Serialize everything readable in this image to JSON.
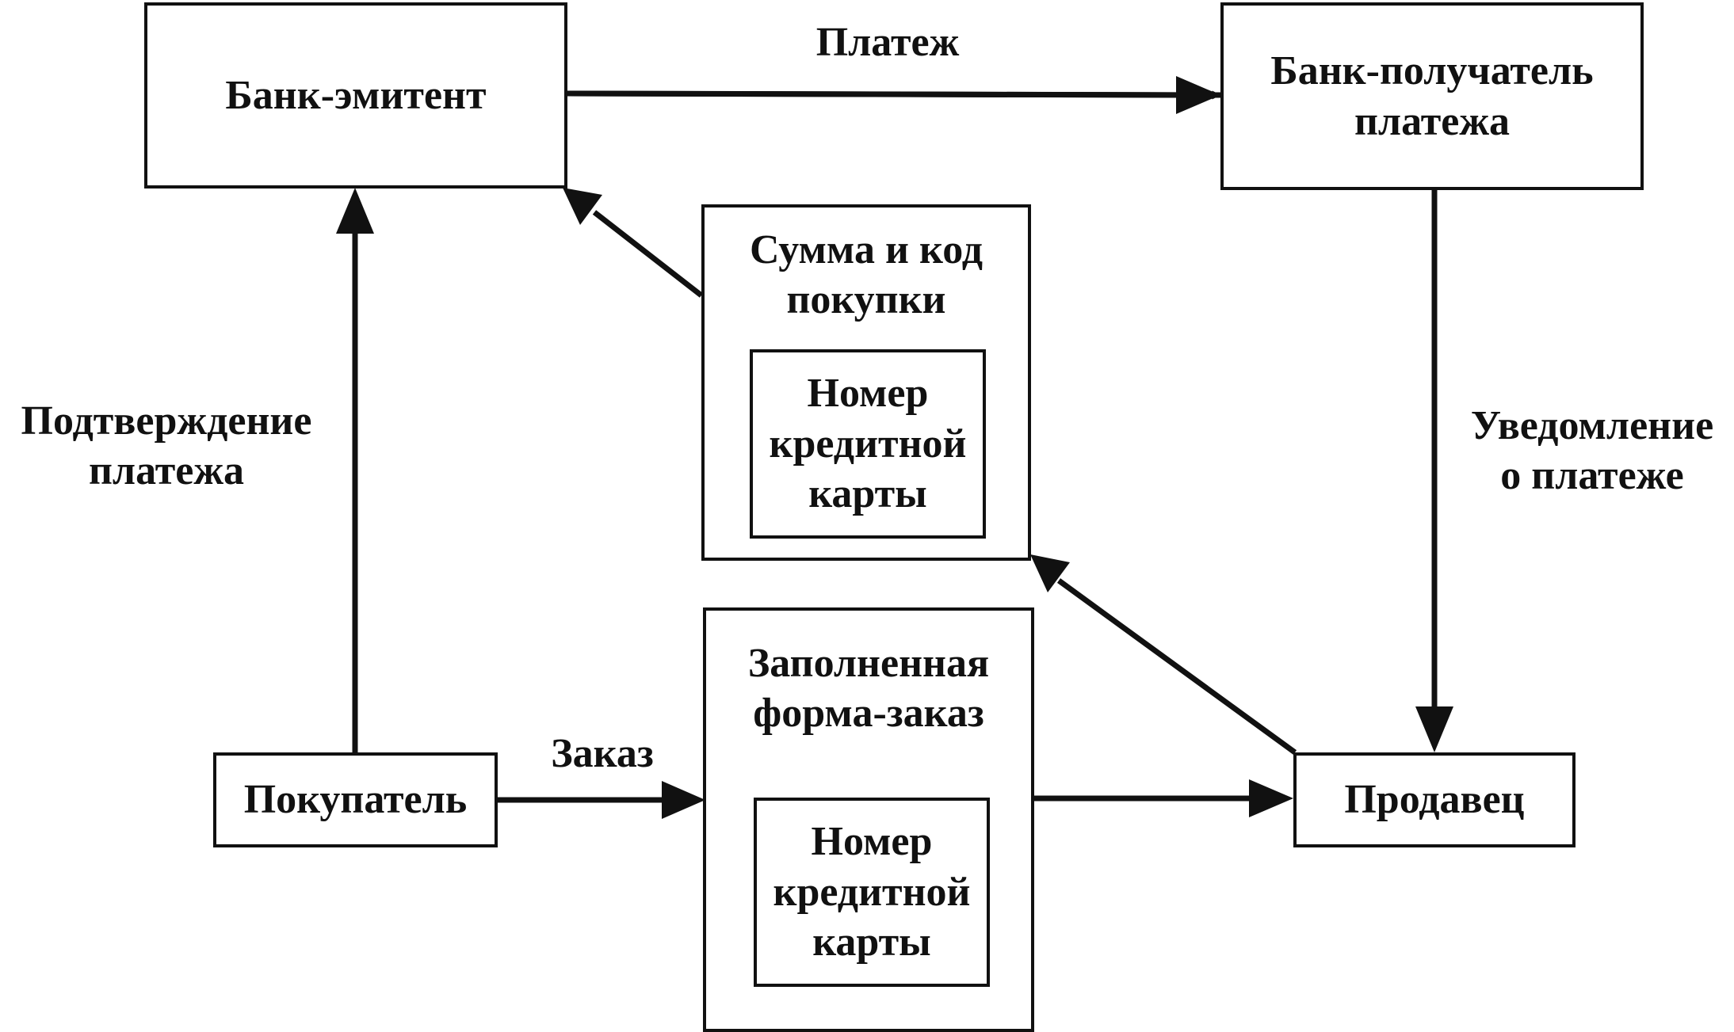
{
  "nodes": {
    "issuer_bank": "Банк-эмитент",
    "acquirer_bank": "Банк-получатель\nплатежа",
    "purchase_info": {
      "title": "Сумма и код\nпокупки",
      "inner": "Номер\nкредитной\nкарты"
    },
    "order_form": {
      "title": "Заполненная\nформа-заказ",
      "inner": "Номер\nкредитной\nкарты"
    },
    "buyer": "Покупатель",
    "seller": "Продавец"
  },
  "edge_labels": {
    "payment": "Платеж",
    "payment_confirmation": "Подтверждение\nплатежа",
    "payment_notification": "Уведомление\nо платеже",
    "order": "Заказ"
  },
  "colors": {
    "stroke": "#111111",
    "background": "#ffffff"
  }
}
